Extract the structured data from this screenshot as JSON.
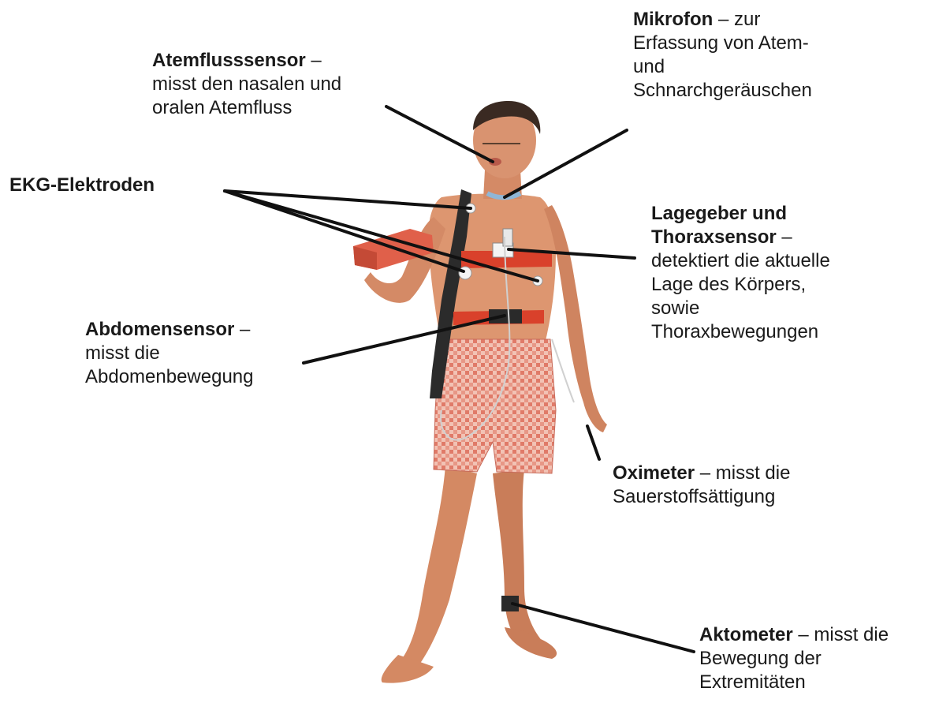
{
  "labels": {
    "atemfluss": {
      "title": "Atemflusssensor",
      "dash": " –",
      "lines": [
        "misst den nasalen und",
        "oralen Atemfluss"
      ]
    },
    "mikrofon": {
      "title": "Mikrofon",
      "rest": " – zur",
      "lines": [
        "Erfassung von Atem-",
        "und",
        "Schnarchgeräuschen"
      ]
    },
    "ekg": {
      "title": "EKG-Elektroden"
    },
    "lagegeber": {
      "title_lines": [
        "Lagegeber und",
        "Thoraxsensor"
      ],
      "dash": " –",
      "lines": [
        "detektiert die aktuelle",
        "Lage des Körpers,",
        "sowie",
        "Thoraxbewegungen"
      ]
    },
    "abdomen": {
      "title": "Abdomensensor",
      "dash": " –",
      "lines": [
        "misst die",
        "Abdomenbewegung"
      ]
    },
    "oximeter": {
      "title": "Oximeter",
      "rest": " – misst die",
      "lines": [
        "Sauerstoffsättigung"
      ]
    },
    "aktometer": {
      "title": "Aktometer",
      "rest": " – misst die",
      "lines": [
        "Bewegung der",
        "Extremitäten"
      ]
    }
  },
  "colors": {
    "skin": "#d9926b",
    "skin_shadow": "#b8704e",
    "shorts": "#e89a8a",
    "belt": "#d9412b",
    "device": "#e0604a",
    "leader": "#111111"
  }
}
